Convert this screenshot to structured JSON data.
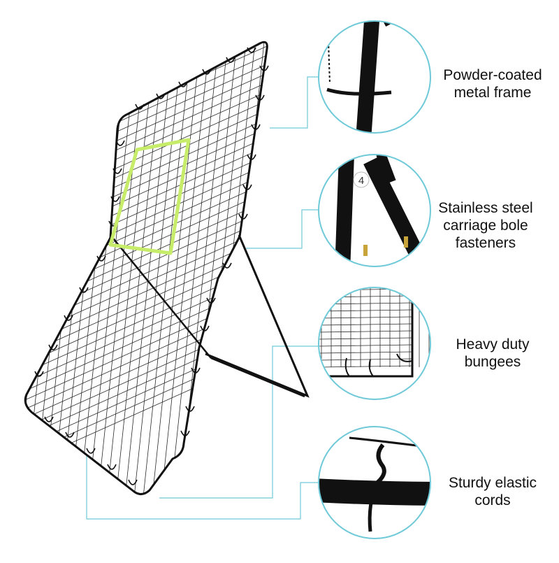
{
  "features": [
    {
      "id": "frame",
      "lines": [
        "Powder-coated",
        "metal frame"
      ]
    },
    {
      "id": "fasteners",
      "lines": [
        "Stainless steel",
        "carriage bole",
        "fasteners"
      ],
      "badge": "4"
    },
    {
      "id": "bungees",
      "lines": [
        "Heavy duty",
        "bungees"
      ]
    },
    {
      "id": "cords",
      "lines": [
        "Sturdy elastic",
        "cords"
      ]
    }
  ],
  "colors": {
    "frame": "#111111",
    "net": "#2a2a2a",
    "target": "#c6ec6a",
    "callout": "#6fc9d8",
    "bolt": "#c8a43a"
  }
}
